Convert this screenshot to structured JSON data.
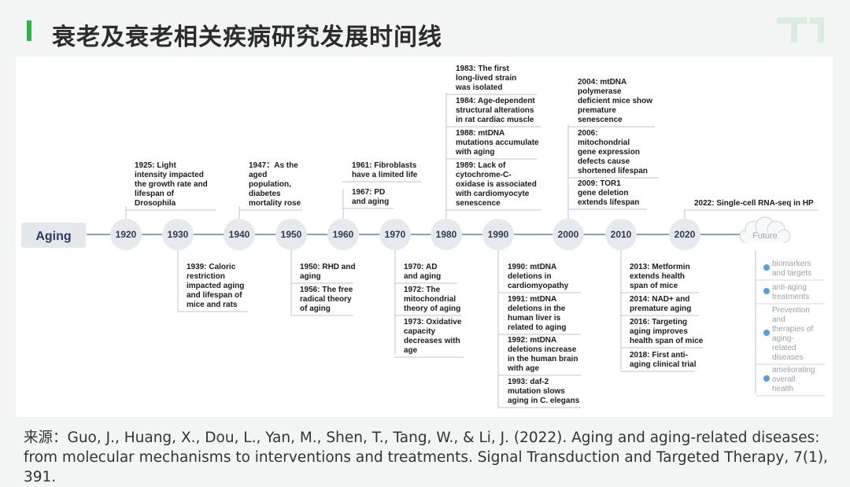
{
  "title": "衰老及衰老相关疾病研究发展时间线",
  "start_label": "Aging",
  "years": [
    "1920",
    "1930",
    "1940",
    "1950",
    "1960",
    "1970",
    "1980",
    "1990",
    "2000",
    "2010",
    "2020"
  ],
  "future": {
    "label": "Future",
    "items": [
      [
        "biomarkers",
        "and targets"
      ],
      [
        "anti-aging",
        "treatments"
      ],
      [
        "Prevention",
        "and",
        "therapies of",
        "aging-",
        "related",
        "diseases"
      ],
      [
        "ameliorating",
        "overall",
        "health"
      ]
    ]
  },
  "events": {
    "e1925": [
      "1925: Light",
      "intensity impacted",
      "the growth rate and",
      "lifespan of",
      "Drosophila"
    ],
    "e1947": [
      "1947：As the",
      "aged",
      "population,",
      "diabetes",
      "mortality rose"
    ],
    "e1961": [
      "1961: Fibroblasts",
      "have a limited life"
    ],
    "e1967": [
      "1967: PD",
      "and aging"
    ],
    "e1983": [
      "1983: The first",
      "long-lived strain",
      "was isolated"
    ],
    "e1984": [
      "1984: Age-dependent",
      "structural alterations",
      "in rat cardiac muscle"
    ],
    "e1988": [
      "1988: mtDNA",
      "mutations accumulate",
      "with aging"
    ],
    "e1989": [
      "1989: Lack of",
      "cytochrome-C-",
      "oxidase is associated",
      "with cardiomyocyte",
      "senescence"
    ],
    "e2004": [
      "2004: mtDNA",
      "polymerase",
      "deficient mice show",
      "premature",
      "senescence"
    ],
    "e2006": [
      "2006:",
      "mitochondrial",
      "gene expression",
      "defects cause",
      "shortened lifespan"
    ],
    "e2009": [
      "2009: TOR1",
      "gene deletion",
      "extends lifespan"
    ],
    "e2022": [
      "2022: Single-cell RNA-seq in HP"
    ],
    "e1939": [
      "1939: Caloric",
      "restriction",
      "impacted aging",
      "and lifespan of",
      "mice and rats"
    ],
    "e1950": [
      "1950: RHD and",
      "aging"
    ],
    "e1956": [
      "1956: The free",
      "radical theory",
      "of aging"
    ],
    "e1970": [
      "1970: AD",
      "and aging"
    ],
    "e1972": [
      "1972: The",
      "mitochondrial",
      "theory of aging"
    ],
    "e1973": [
      "1973: Oxidative",
      "capacity",
      "decreases with",
      "age"
    ],
    "e1990": [
      "1990: mtDNA",
      "deletions in",
      "cardiomyopathy"
    ],
    "e1991": [
      "1991: mtDNA",
      "deletions in the",
      "human liver is",
      "related to aging"
    ],
    "e1992": [
      "1992: mtDNA",
      "deletions increase",
      "in the human brain",
      "with age"
    ],
    "e1993": [
      "1993: daf-2",
      "mutation slows",
      "aging in C. elegans"
    ],
    "e2013": [
      "2013: Metformin",
      "extends health",
      "span of mice"
    ],
    "e2014": [
      "2014:  NAD+ and",
      "premature aging"
    ],
    "e2016": [
      "2016: Targeting",
      "aging improves",
      "health span of mice"
    ],
    "e2018": [
      "2018: First anti-",
      "aging clinical trial"
    ]
  },
  "source": "来源：Guo, J., Huang, X., Dou, L., Yan, M., Shen, T., Tang, W., & Li, J. (2022). Aging and aging-related diseases: from molecular mechanisms to interventions and treatments. Signal Transduction and Targeted Therapy, 7(1), 391.",
  "colors": {
    "accent": "#2db34a",
    "line": "#7ea6cc",
    "node": "#e6eaee",
    "text": "#1b1b1b"
  }
}
